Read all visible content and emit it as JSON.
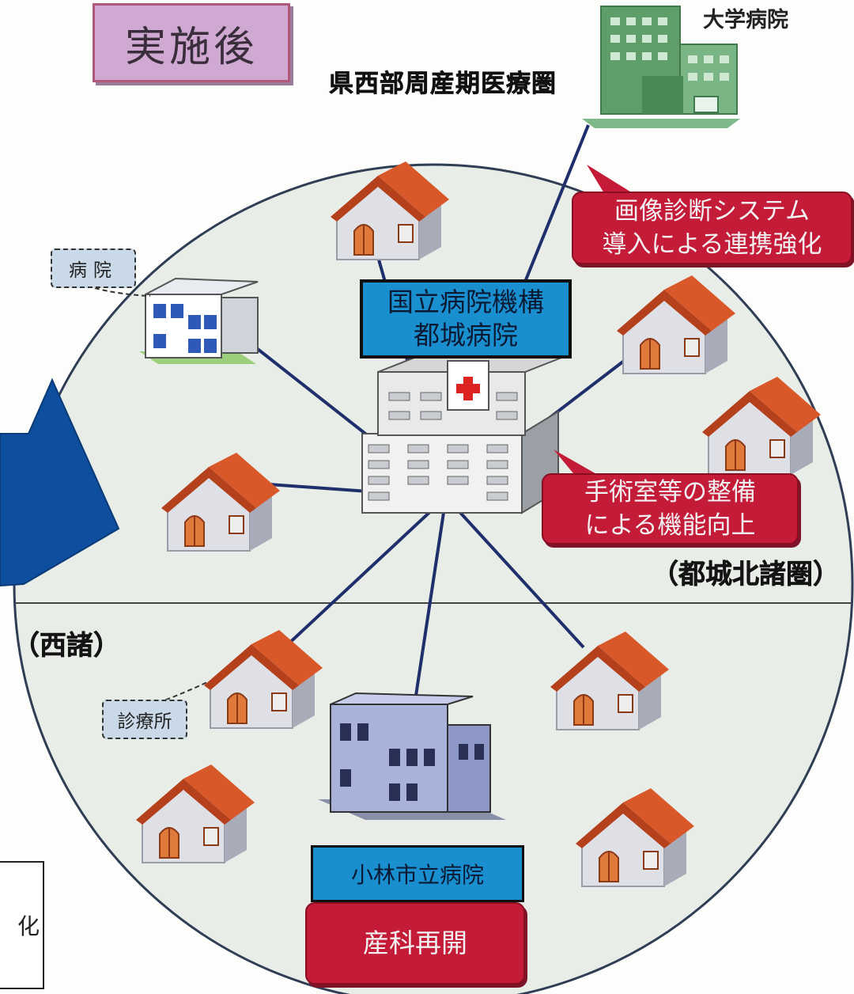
{
  "title": "実施後",
  "region_title": "県西部周産期医療圏",
  "university_hospital": "大学病院",
  "center_hospital": "国立病院機構\n都城病院",
  "callout_imaging": "画像診断システム\n導入による連携強化",
  "callout_surgery": "手術室等の整備\nによる機能向上",
  "kobayashi_hospital": "小林市立病院",
  "callout_obstetrics": "産科再開",
  "tag_hospital": "病院",
  "tag_clinic": "診療所",
  "area_north": "（都城北諸圏）",
  "area_west": "（西諸）",
  "left_partial_text": "化",
  "colors": {
    "circle_fill": "#e9ede7",
    "connector": "#1e2f6b",
    "callout_red": "#c41b39",
    "box_blue": "#1a8fd0",
    "title_purple": "#cfa9d1",
    "arrow_blue": "#0d4f9e",
    "house_roof": "#c84a1f",
    "university_green": "#5f9e6a"
  }
}
